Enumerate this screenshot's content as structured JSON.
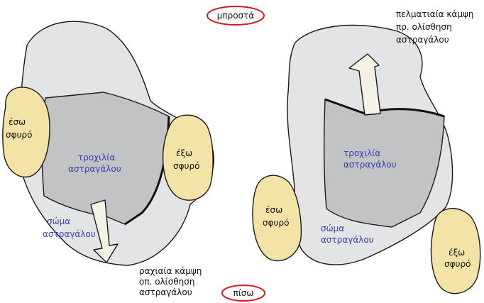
{
  "labels": {
    "front": "μπροστά",
    "back": "πίσω",
    "left_panel": {
      "medial_malleolus_line1": "έσω",
      "medial_malleolus_line2": "σφυρό",
      "lateral_malleolus_line1": "έξω",
      "lateral_malleolus_line2": "σφυρό",
      "trochlea_line1": "τροχιλία",
      "trochlea_line2": "αστραγάλου",
      "body_line1": "σώμα",
      "body_line2": "αστραγάλου",
      "motion_line1": "ραχιαία κάμψη",
      "motion_line2": "οπ. ολίσθηση",
      "motion_line3": "αστραγάλου"
    },
    "right_panel": {
      "medial_malleolus_line1": "έσω",
      "medial_malleolus_line2": "σφυρό",
      "lateral_malleolus_line1": "έξω",
      "lateral_malleolus_line2": "σφυρό",
      "trochlea_line1": "τροχιλία",
      "trochlea_line2": "αστραγάλου",
      "body_line1": "σώμα",
      "body_line2": "αστραγάλου",
      "motion_line1": "πελματιαία κάμψη",
      "motion_line2": "πρ. ολίσθηση",
      "motion_line3": "αστραγάλου"
    }
  },
  "colors": {
    "talus_body": "#e3e4e5",
    "trochlea": "#c2c3c5",
    "malleolus": "#f3e3a6",
    "arrow": "#f4f2e4",
    "outline": "#1a1a1a",
    "label_blue": "#3a3fb0",
    "ellipse_red": "#cc1f1f"
  }
}
